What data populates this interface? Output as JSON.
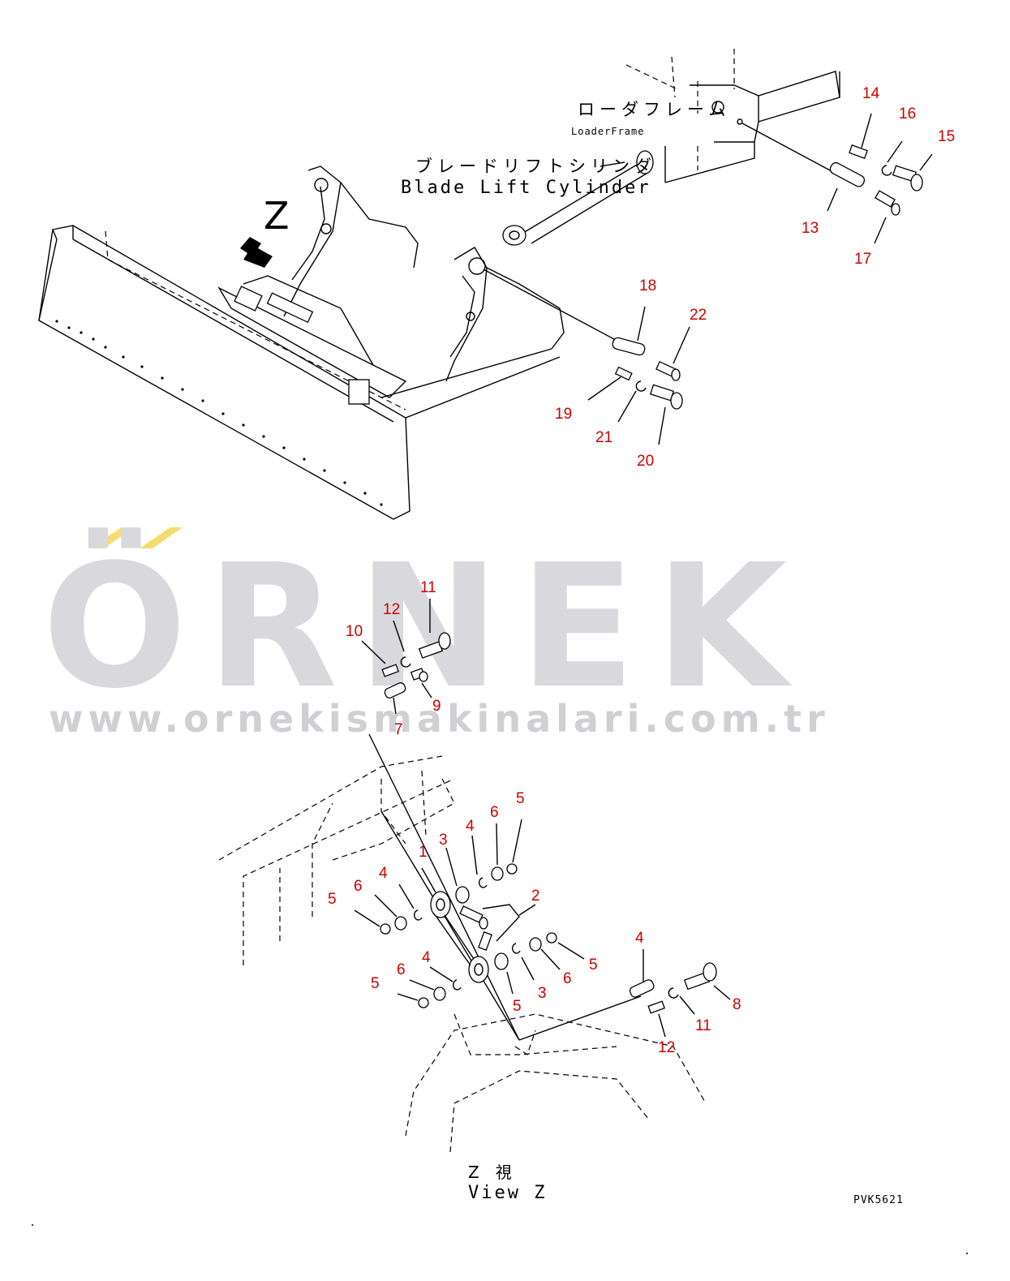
{
  "labels": {
    "loader_frame_jp": "ローダフレーム",
    "loader_frame_en": "LoaderFrame",
    "blade_lift_cylinder_jp": "ブレードリフトシリンダ",
    "blade_lift_cylinder_en": "Blade Lift Cylinder",
    "view_marker": "Z",
    "view_title_jp": "Z　視",
    "view_title_en": "View Z",
    "drawing_code": "PVK5621"
  },
  "watermark": {
    "brand": "ÖRNEK",
    "url": "www.ornekismakinalari.com.tr"
  },
  "callouts": [
    "14",
    "16",
    "15",
    "13",
    "17",
    "18",
    "22",
    "19",
    "21",
    "20",
    "11",
    "12",
    "10",
    "9",
    "7",
    "5",
    "6",
    "5",
    "3",
    "4",
    "1",
    "4",
    "6",
    "5",
    "2",
    "6",
    "5",
    "4",
    "6",
    "5",
    "3",
    "4",
    "8",
    "11",
    "12",
    "10"
  ],
  "colors": {
    "callout": "#cc0000",
    "watermark": "#d9d9dd",
    "accent": "#f5dc6e"
  }
}
